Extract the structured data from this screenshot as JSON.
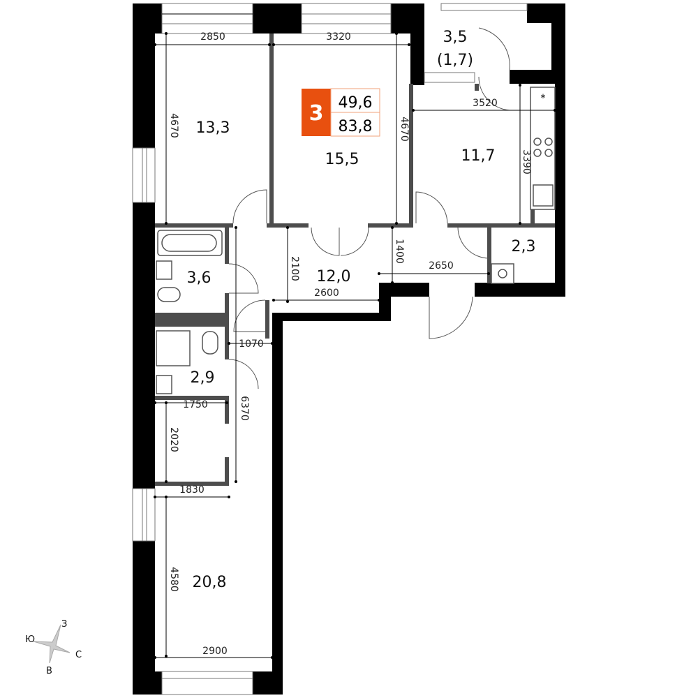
{
  "badge": {
    "rooms": "3",
    "living_area": "49,6",
    "total_area": "83,8",
    "accent_color": "#e8500f"
  },
  "rooms": [
    {
      "name": "bedroom-1",
      "area": "13,3"
    },
    {
      "name": "bedroom-2",
      "area": "15,5"
    },
    {
      "name": "balcony",
      "area": "3,5",
      "sub": "(1,7)"
    },
    {
      "name": "kitchen",
      "area": "11,7"
    },
    {
      "name": "storage",
      "area": "2,3"
    },
    {
      "name": "hallway",
      "area": "12,0"
    },
    {
      "name": "bathroom",
      "area": "3,6"
    },
    {
      "name": "toilet",
      "area": "2,9"
    },
    {
      "name": "living-room",
      "area": "20,8"
    }
  ],
  "dimensions": [
    "2850",
    "3320",
    "4670",
    "4670",
    "3520",
    "3390",
    "2100",
    "2600",
    "1400",
    "2650",
    "1070",
    "6370",
    "1750",
    "2020",
    "1830",
    "4580",
    "2900"
  ],
  "compass": {
    "north": "З",
    "south": "В",
    "west": "Ю",
    "east": "С"
  }
}
